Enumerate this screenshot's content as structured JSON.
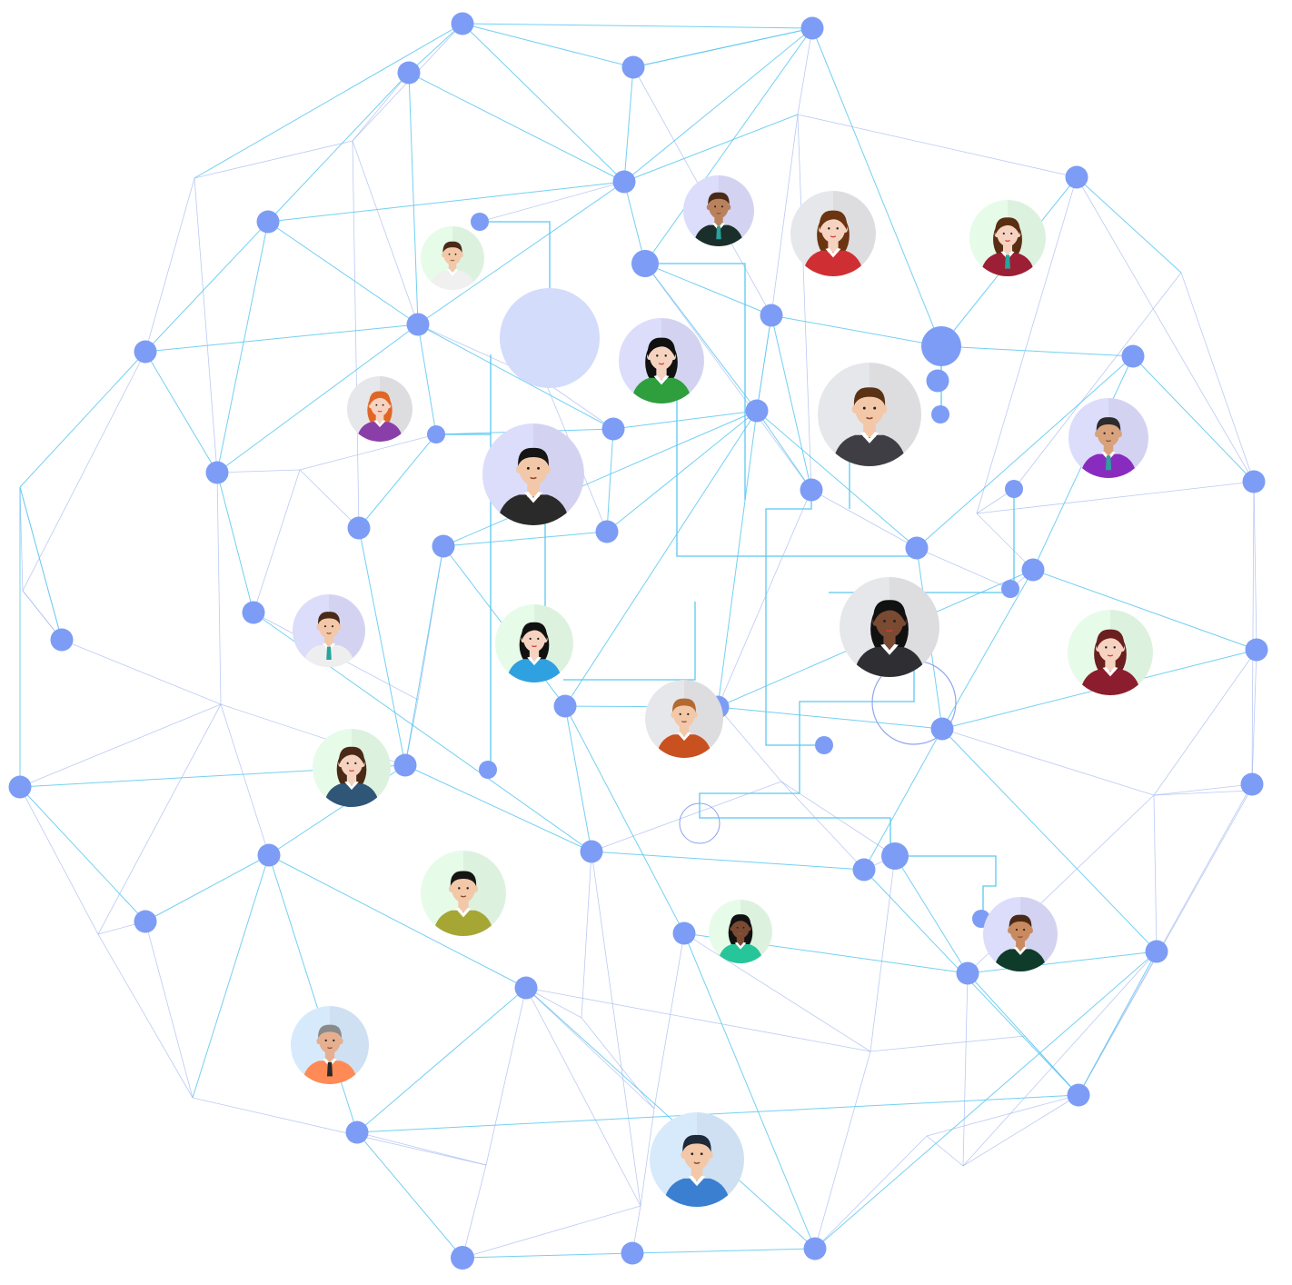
{
  "colors": {
    "background": "#ffffff",
    "line": "#5bc8f0",
    "line_faint": "#9fb4ee",
    "node": "#7d9cf5",
    "bubble": "#d3dcfb",
    "avatar_purple": "#dcdcfb",
    "avatar_green": "#e7fbe9",
    "avatar_gray": "#e6e7ea",
    "avatar_blue": "#d7eafc"
  },
  "avatars": [
    {
      "id": "man-dark-suit-teal-tie",
      "icon": "avatar-man-icon",
      "bg": "purple",
      "gender": "m",
      "skin": "#b9825d",
      "hair": "#4a2a17",
      "shirt": "#1a2e2a",
      "tie": "#2aa39a"
    },
    {
      "id": "woman-red-jacket",
      "icon": "avatar-woman-icon",
      "bg": "gray",
      "gender": "f",
      "skin": "#f6d3c0",
      "hair": "#6b3511",
      "shirt": "#cf2f33"
    },
    {
      "id": "woman-maroon-suit",
      "icon": "avatar-woman-icon",
      "bg": "green",
      "gender": "f",
      "skin": "#f6d3c0",
      "hair": "#5a2e12",
      "shirt": "#9c1f36",
      "tie": "#2aa39a"
    },
    {
      "id": "man-mustache-white-shirt",
      "icon": "avatar-man-icon",
      "bg": "green",
      "gender": "m",
      "skin": "#f2c8a8",
      "hair": "#4a2a17",
      "shirt": "#f0f0f0"
    },
    {
      "id": "woman-green-blazer",
      "icon": "avatar-woman-icon",
      "bg": "purple",
      "gender": "f",
      "skin": "#f6d3c0",
      "hair": "#111111",
      "shirt": "#2f9e3d"
    },
    {
      "id": "woman-red-hair-purple-top",
      "icon": "avatar-woman-icon",
      "bg": "gray",
      "gender": "f",
      "skin": "#f6d3c0",
      "hair": "#e06626",
      "shirt": "#8a3fa8"
    },
    {
      "id": "man-bearded-gray-suit",
      "icon": "avatar-man-icon",
      "bg": "gray",
      "gender": "m",
      "skin": "#f2c8a8",
      "hair": "#5a3215",
      "shirt": "#3e3e44"
    },
    {
      "id": "man-purple-shirt",
      "icon": "avatar-man-icon",
      "bg": "purple",
      "gender": "m",
      "skin": "#d8a27c",
      "hair": "#2b2b2b",
      "shirt": "#8a2bc0",
      "tie": "#2aa39a"
    },
    {
      "id": "man-black-suit",
      "icon": "avatar-man-icon",
      "bg": "purple",
      "gender": "m",
      "skin": "#f2c8a8",
      "hair": "#151515",
      "shirt": "#2a2a2a"
    },
    {
      "id": "man-bearded-white-coat",
      "icon": "avatar-man-icon",
      "bg": "purple",
      "gender": "m",
      "skin": "#f2c8a8",
      "hair": "#4a2a17",
      "shirt": "#eeeeee",
      "tie": "#2aa39a"
    },
    {
      "id": "woman-blue-shirt",
      "icon": "avatar-woman-icon",
      "bg": "green",
      "gender": "f",
      "skin": "#f6d3c0",
      "hair": "#111111",
      "shirt": "#2fa0e0"
    },
    {
      "id": "woman-dark-skin-red-top",
      "icon": "avatar-woman-icon",
      "bg": "gray",
      "gender": "f",
      "skin": "#7a4a33",
      "hair": "#111111",
      "shirt": "#2f2f33"
    },
    {
      "id": "woman-bun-maroon-suit",
      "icon": "avatar-woman-icon",
      "bg": "green",
      "gender": "f",
      "skin": "#f6d3c0",
      "hair": "#6b1f1f",
      "shirt": "#8c1d2e"
    },
    {
      "id": "man-mustache-orange-shirt",
      "icon": "avatar-man-icon",
      "bg": "gray",
      "gender": "m",
      "skin": "#f2c8a8",
      "hair": "#b46a2e",
      "shirt": "#c8511f"
    },
    {
      "id": "woman-short-hair-navy",
      "icon": "avatar-woman-icon",
      "bg": "green",
      "gender": "f",
      "skin": "#f6d3c0",
      "hair": "#4a2a17",
      "shirt": "#2f5577"
    },
    {
      "id": "man-olive-suit",
      "icon": "avatar-man-icon",
      "bg": "green",
      "gender": "m",
      "skin": "#f2c8a8",
      "hair": "#151515",
      "shirt": "#a6a635"
    },
    {
      "id": "woman-curly-hair-green-top",
      "icon": "avatar-woman-icon",
      "bg": "green",
      "gender": "f",
      "skin": "#7a4a33",
      "hair": "#111111",
      "shirt": "#27c59a"
    },
    {
      "id": "man-goatee-dark-green",
      "icon": "avatar-man-icon",
      "bg": "purple",
      "gender": "m",
      "skin": "#c88a5e",
      "hair": "#4a2a17",
      "shirt": "#0f3b2a"
    },
    {
      "id": "man-gray-hair-orange-vest",
      "icon": "avatar-man-icon",
      "bg": "blue",
      "gender": "m",
      "skin": "#e6b090",
      "hair": "#8a8a8a",
      "shirt": "#ff8a55",
      "tie": "#2a2a2a"
    },
    {
      "id": "man-profile-blue-shirt",
      "icon": "avatar-man-icon",
      "bg": "blue",
      "gender": "m",
      "skin": "#f2c8a8",
      "hair": "#1e2a3a",
      "shirt": "#3a7fd0"
    }
  ]
}
